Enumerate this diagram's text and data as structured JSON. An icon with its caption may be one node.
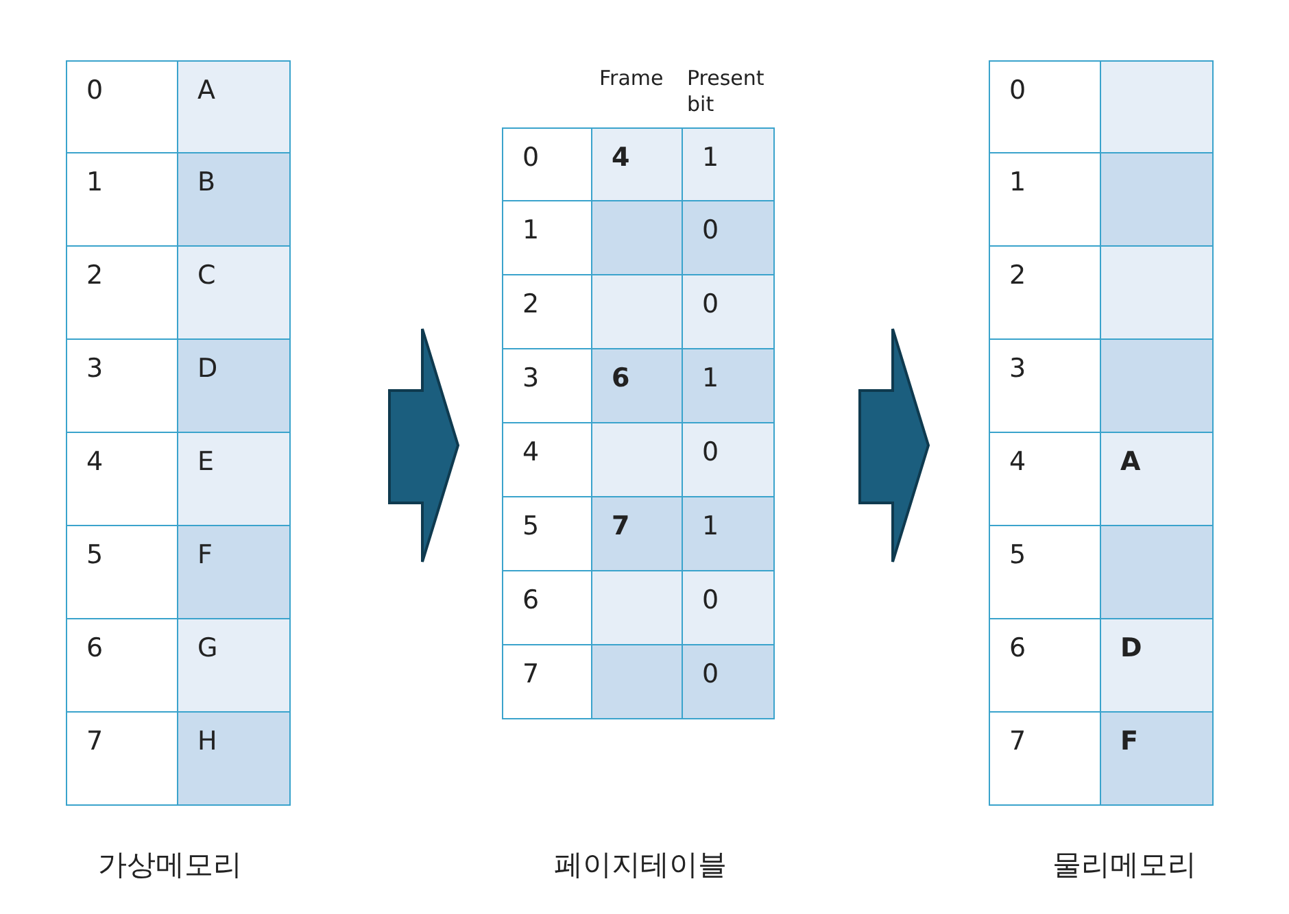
{
  "diagram": {
    "nodes": [
      {
        "text": [
          "0",
          "A",
          "1",
          "B",
          "2",
          "C",
          "3",
          "D",
          "4",
          "E",
          "5",
          "F",
          "6",
          "G",
          "7",
          "H",
          "가상메모리"
        ]
      },
      {
        "text": [
          "Frame",
          "Present bit",
          "0",
          "4",
          "1",
          "1",
          "0",
          "2",
          "0",
          "3",
          "6",
          "1",
          "4",
          "0",
          "5",
          "7",
          "1",
          "6",
          "0",
          "7",
          "0",
          "페이지테이블"
        ]
      },
      {
        "text": [
          "0",
          "1",
          "2",
          "3",
          "4",
          "A",
          "5",
          "6",
          "D",
          "7",
          "F",
          "물리메모리"
        ]
      }
    ],
    "edges": [
      {
        "from": 0,
        "to": 1,
        "arrow": "to"
      },
      {
        "from": 1,
        "to": 2,
        "arrow": "to"
      }
    ]
  }
}
